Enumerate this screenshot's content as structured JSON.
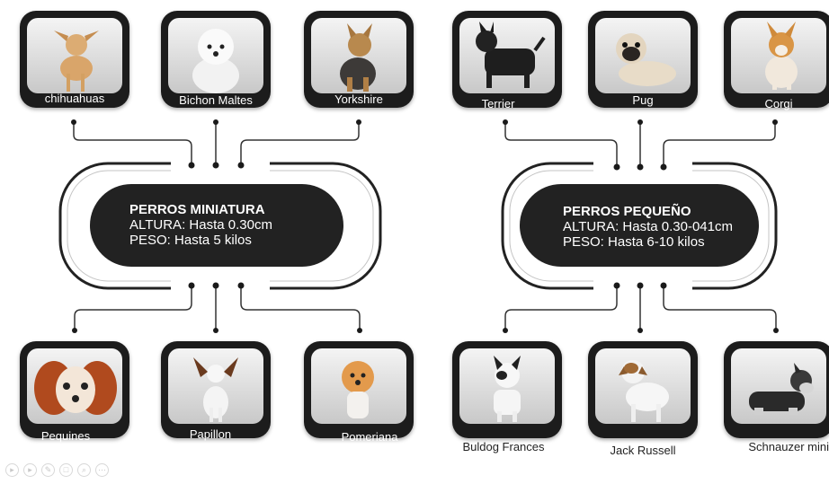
{
  "groups": [
    {
      "title": "PERROS MINIATURA",
      "height": "ALTURA: Hasta 0.30cm",
      "weight": "PESO: Hasta 5 kilos",
      "dogs": [
        "chihuahuas",
        "Bichon Maltes",
        "Yorkshire",
        "Pequines",
        "Papillon",
        "Pomeriana"
      ]
    },
    {
      "title": "PERROS PEQUEÑO",
      "height": "ALTURA: Hasta 0.30-041cm",
      "weight": "PESO: Hasta 6-10 kilos",
      "dogs": [
        "Terrier",
        "Pug",
        "Corgi",
        "Buldog Frances",
        "Jack Russell",
        "Schnauzer mini"
      ]
    }
  ],
  "palette": {
    "pill": "#222222",
    "tile": "#1c1c1c",
    "connector": "#333333",
    "dot": "#1a1a1a"
  },
  "controls": [
    "play-icon",
    "next-icon",
    "pen-icon",
    "slides-icon",
    "zoom-icon",
    "more-icon"
  ]
}
